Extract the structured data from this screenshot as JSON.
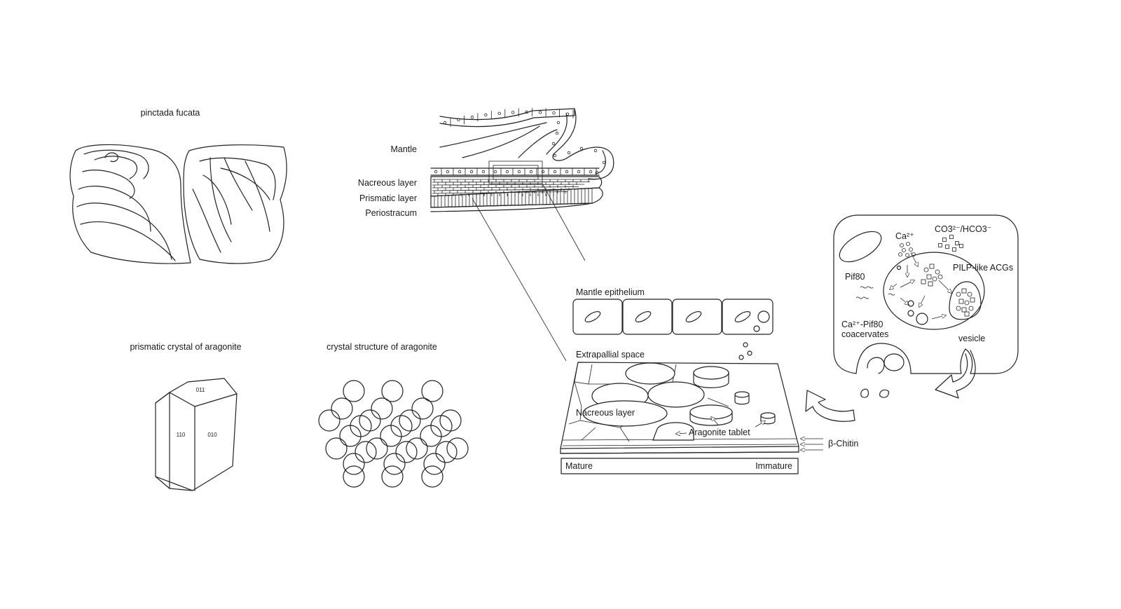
{
  "shell": {
    "title": "pinctada fucata"
  },
  "section": {
    "labels": {
      "mantle": "Mantle",
      "nacreous": "Nacreous layer",
      "prismatic": "Prismatic layer",
      "periostracum": "Periostracum"
    }
  },
  "crystal": {
    "title": "prismatic crystal of aragonite",
    "faces": {
      "top": "011",
      "left": "110",
      "right": "010"
    }
  },
  "structure": {
    "title": "crystal structure of aragonite"
  },
  "growth": {
    "mantle_epithelium": "Mantle epithelium",
    "extrapallial": "Extrapallial space",
    "nacreous": "Nacreous layer",
    "tablet": "Aragonite tablet",
    "chitin": "β-Chitin",
    "mature": "Mature",
    "immature": "Immature"
  },
  "cell": {
    "ca": "Ca²⁺",
    "co3": "CO3²⁻/HCO3⁻",
    "pilp": "PILP-like ACGs",
    "pif80": "Pif80",
    "coacervate_1": "Ca²⁺-Pif80",
    "coacervate_2": "coacervates",
    "vesicle": "vesicle"
  }
}
